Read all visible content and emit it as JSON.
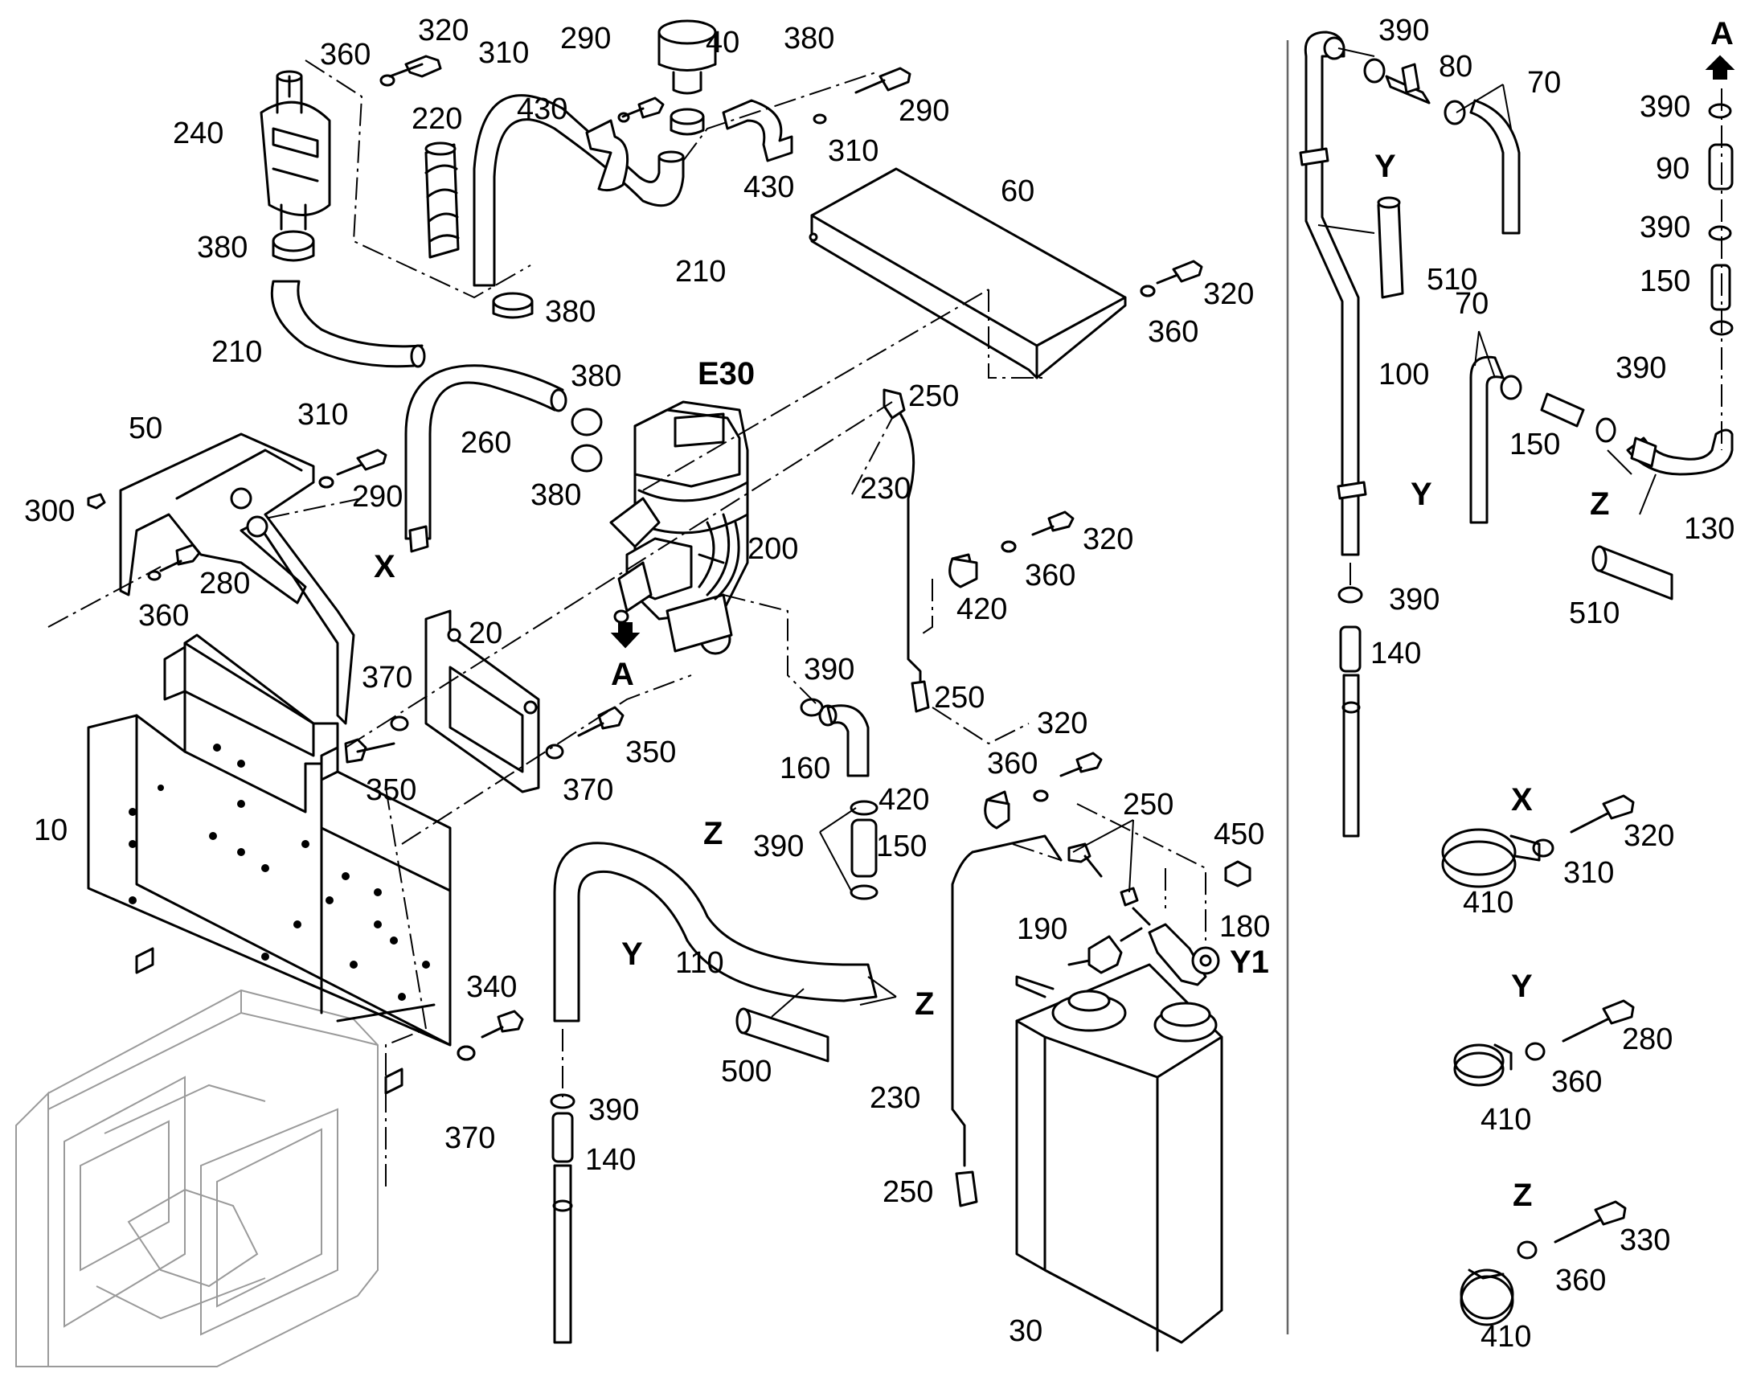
{
  "callouts": [
    {
      "id": "c320a",
      "text": "320"
    },
    {
      "id": "c360a",
      "text": "360"
    },
    {
      "id": "c240",
      "text": "240"
    },
    {
      "id": "c380a",
      "text": "380"
    },
    {
      "id": "c210a",
      "text": "210"
    },
    {
      "id": "c220",
      "text": "220"
    },
    {
      "id": "c310a",
      "text": "310"
    },
    {
      "id": "c290a",
      "text": "290"
    },
    {
      "id": "c430a",
      "text": "430"
    },
    {
      "id": "c40",
      "text": "40"
    },
    {
      "id": "c380b",
      "text": "380"
    },
    {
      "id": "c290b",
      "text": "290"
    },
    {
      "id": "c310b",
      "text": "310"
    },
    {
      "id": "c430b",
      "text": "430"
    },
    {
      "id": "c210b",
      "text": "210"
    },
    {
      "id": "c380c",
      "text": "380"
    },
    {
      "id": "c60",
      "text": "60"
    },
    {
      "id": "c320b",
      "text": "320"
    },
    {
      "id": "c360b",
      "text": "360"
    },
    {
      "id": "c380d",
      "text": "380"
    },
    {
      "id": "c250a",
      "text": "250"
    },
    {
      "id": "c260",
      "text": "260"
    },
    {
      "id": "c380e",
      "text": "380"
    },
    {
      "id": "c50",
      "text": "50"
    },
    {
      "id": "c310c",
      "text": "310"
    },
    {
      "id": "c290c",
      "text": "290"
    },
    {
      "id": "c300",
      "text": "300"
    },
    {
      "id": "c280a",
      "text": "280"
    },
    {
      "id": "c360c",
      "text": "360"
    },
    {
      "id": "c230a",
      "text": "230"
    },
    {
      "id": "c320c",
      "text": "320"
    },
    {
      "id": "c360d",
      "text": "360"
    },
    {
      "id": "c420a",
      "text": "420"
    },
    {
      "id": "c200",
      "text": "200"
    },
    {
      "id": "c20",
      "text": "20"
    },
    {
      "id": "c370a",
      "text": "370"
    },
    {
      "id": "c350a",
      "text": "350"
    },
    {
      "id": "c350b",
      "text": "350"
    },
    {
      "id": "c370b",
      "text": "370"
    },
    {
      "id": "c390a",
      "text": "390"
    },
    {
      "id": "c250b",
      "text": "250"
    },
    {
      "id": "c160",
      "text": "160"
    },
    {
      "id": "c320d",
      "text": "320"
    },
    {
      "id": "c360e",
      "text": "360"
    },
    {
      "id": "c420b",
      "text": "420"
    },
    {
      "id": "c250c",
      "text": "250"
    },
    {
      "id": "c450",
      "text": "450"
    },
    {
      "id": "c10",
      "text": "10"
    },
    {
      "id": "c390b",
      "text": "390"
    },
    {
      "id": "c150a",
      "text": "150"
    },
    {
      "id": "c110",
      "text": "110"
    },
    {
      "id": "c190",
      "text": "190"
    },
    {
      "id": "c180",
      "text": "180"
    },
    {
      "id": "c340",
      "text": "340"
    },
    {
      "id": "c370c",
      "text": "370"
    },
    {
      "id": "c500",
      "text": "500"
    },
    {
      "id": "c230b",
      "text": "230"
    },
    {
      "id": "c390c",
      "text": "390"
    },
    {
      "id": "c140a",
      "text": "140"
    },
    {
      "id": "c250d",
      "text": "250"
    },
    {
      "id": "c30",
      "text": "30"
    },
    {
      "id": "c390d",
      "text": "390"
    },
    {
      "id": "c80",
      "text": "80"
    },
    {
      "id": "c70a",
      "text": "70"
    },
    {
      "id": "c510a",
      "text": "510"
    },
    {
      "id": "c100",
      "text": "100"
    },
    {
      "id": "c390e",
      "text": "390"
    },
    {
      "id": "c140b",
      "text": "140"
    },
    {
      "id": "c390f",
      "text": "390"
    },
    {
      "id": "c90",
      "text": "90"
    },
    {
      "id": "c390g",
      "text": "390"
    },
    {
      "id": "c150b",
      "text": "150"
    },
    {
      "id": "c70b",
      "text": "70"
    },
    {
      "id": "c390h",
      "text": "390"
    },
    {
      "id": "c150c",
      "text": "150"
    },
    {
      "id": "c130",
      "text": "130"
    },
    {
      "id": "c510b",
      "text": "510"
    },
    {
      "id": "c320e",
      "text": "320"
    },
    {
      "id": "c310d",
      "text": "310"
    },
    {
      "id": "c410a",
      "text": "410"
    },
    {
      "id": "c280b",
      "text": "280"
    },
    {
      "id": "c360f",
      "text": "360"
    },
    {
      "id": "c410b",
      "text": "410"
    },
    {
      "id": "c330",
      "text": "330"
    },
    {
      "id": "c360g",
      "text": "360"
    },
    {
      "id": "c410c",
      "text": "410"
    }
  ],
  "markers": [
    {
      "id": "mE30",
      "text": "E30"
    },
    {
      "id": "mX1",
      "text": "X"
    },
    {
      "id": "mA1",
      "text": "A"
    },
    {
      "id": "mZ1",
      "text": "Z"
    },
    {
      "id": "mY1",
      "text": "Y"
    },
    {
      "id": "mZ2",
      "text": "Z"
    },
    {
      "id": "mY1b",
      "text": "Y1"
    },
    {
      "id": "mY2",
      "text": "Y"
    },
    {
      "id": "mY3",
      "text": "Y"
    },
    {
      "id": "mA2",
      "text": "A"
    },
    {
      "id": "mZ3",
      "text": "Z"
    },
    {
      "id": "mX2",
      "text": "X"
    },
    {
      "id": "mY4",
      "text": "Y"
    },
    {
      "id": "mZ4",
      "text": "Z"
    }
  ]
}
